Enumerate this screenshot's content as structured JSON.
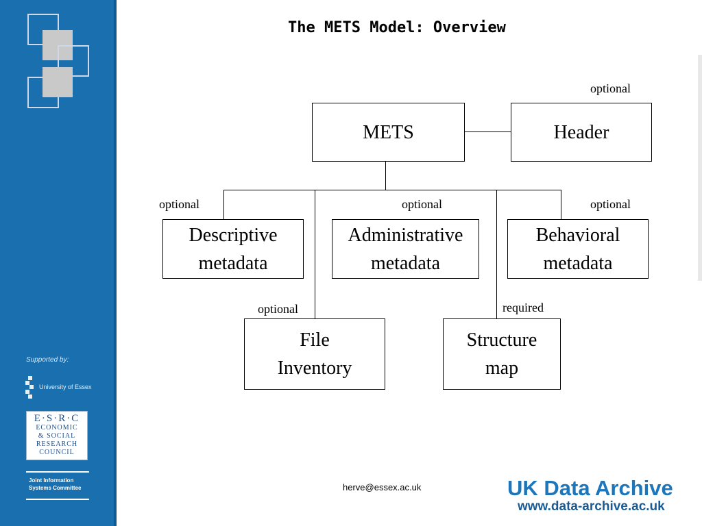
{
  "slide": {
    "title": "The METS Model: Overview",
    "email": "herve@essex.ac.uk"
  },
  "sidebar": {
    "supported_by": "Supported by:",
    "essex_label": "University of Essex",
    "esrc_line1": "E·S·R·C",
    "esrc_line2": "ECONOMIC",
    "esrc_line3": "& SOCIAL",
    "esrc_line4": "RESEARCH",
    "esrc_line5": "COUNCIL",
    "jisc_line1": "Joint Information",
    "jisc_line2": "Systems Committee",
    "colors": {
      "sidebar": "#1a6fae",
      "logo_fill": "#c9c9c9",
      "logo_outline": "#cfd9e6"
    }
  },
  "diagram": {
    "mets": "METS",
    "header": "Header",
    "descriptive_line1": "Descriptive",
    "descriptive_line2": "metadata",
    "administrative_line1": "Administrative",
    "administrative_line2": "metadata",
    "behavioral_line1": "Behavioral",
    "behavioral_line2": "metadata",
    "file_line1": "File",
    "file_line2": "Inventory",
    "structure_line1": "Structure",
    "structure_line2": "map",
    "label_header": "optional",
    "label_descriptive": "optional",
    "label_administrative": "optional",
    "label_behavioral": "optional",
    "label_file": "optional",
    "label_structure": "required"
  },
  "branding": {
    "name": "UK Data Archive",
    "url": "www.data-archive.ac.uk",
    "colors": {
      "name": "#1d76b9",
      "url": "#1a5b94"
    }
  }
}
